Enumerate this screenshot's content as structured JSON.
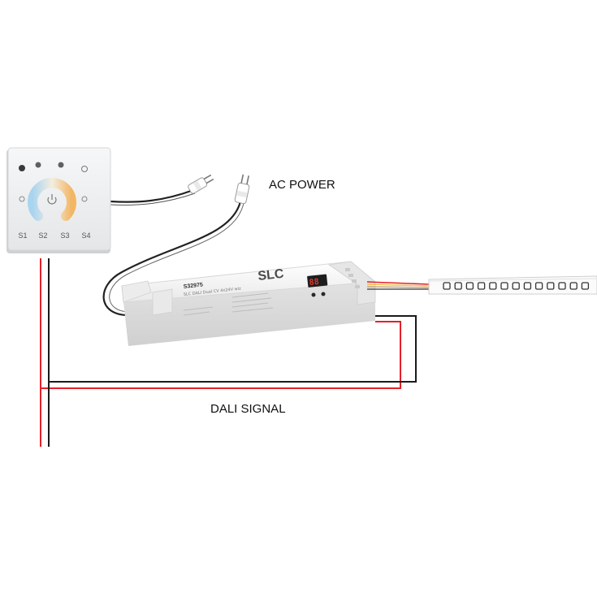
{
  "labels": {
    "ac_power": "AC POWER",
    "dali_signal": "DALI SIGNAL"
  },
  "panel": {
    "buttons": [
      "S1",
      "S2",
      "S3",
      "S4"
    ]
  },
  "driver": {
    "brand": "SLC",
    "model": "S32975",
    "subtitle": "SLC DALI Dual CV 4x24V wiz",
    "display": "88"
  },
  "colors": {
    "wire_red": "#e5202a",
    "wire_black": "#1a1a1a",
    "panel_face": "#f2f3f4",
    "cool_white": "#a9d4ef",
    "warm_white": "#f2b665",
    "driver_body": "#f4f4f4",
    "strip_body": "#fafafa"
  }
}
